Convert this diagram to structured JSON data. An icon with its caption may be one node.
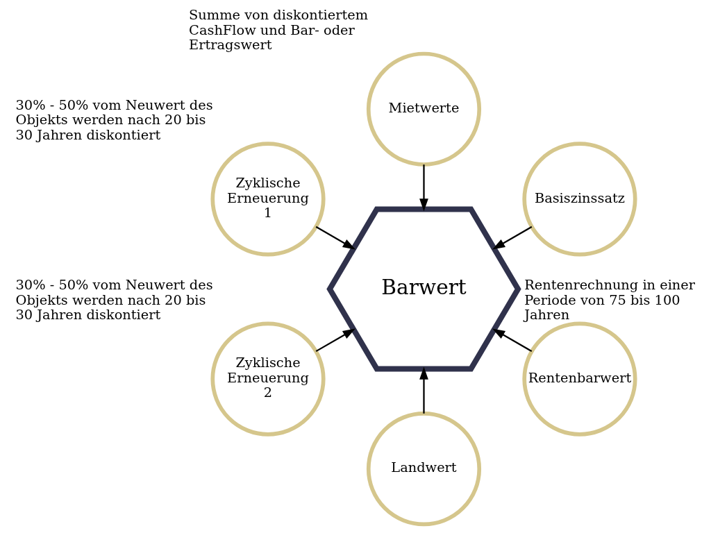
{
  "diagram": {
    "nodes": [
      {
        "text": [
          "Mietwerte"
        ],
        "beside": [
          "Summe von diskontiertem CashFlow und Bar- oder Ertragswert"
        ]
      },
      {
        "text": [
          "Zyklische Erneuerung 1"
        ],
        "beside": [
          "30% - 50% vom Neuwert des Objekts werden nach 20 bis 30 Jahren diskontiert"
        ]
      },
      {
        "text": [
          "Basiszinssatz"
        ]
      },
      {
        "text": [
          "Barwert"
        ]
      },
      {
        "text": [
          "Zyklische Erneuerung 2"
        ],
        "beside": [
          "30% - 50% vom Neuwert des Objekts werden nach 20 bis 30 Jahren diskontiert"
        ]
      },
      {
        "text": [
          "Rentenbarwert"
        ],
        "beside": [
          "Rentenrechnung in einer Periode von 75 bis 100 Jahren"
        ]
      },
      {
        "text": [
          "Landwert"
        ]
      }
    ],
    "edges": [
      {
        "from": 0,
        "to": 3,
        "arrow": "to"
      },
      {
        "from": 2,
        "to": 3,
        "arrow": "to"
      },
      {
        "from": 5,
        "to": 3,
        "arrow": "to"
      },
      {
        "from": 6,
        "to": 3,
        "arrow": "to"
      },
      {
        "from": 4,
        "to": 3,
        "arrow": "to"
      },
      {
        "from": 1,
        "to": 3,
        "arrow": "to"
      }
    ]
  }
}
